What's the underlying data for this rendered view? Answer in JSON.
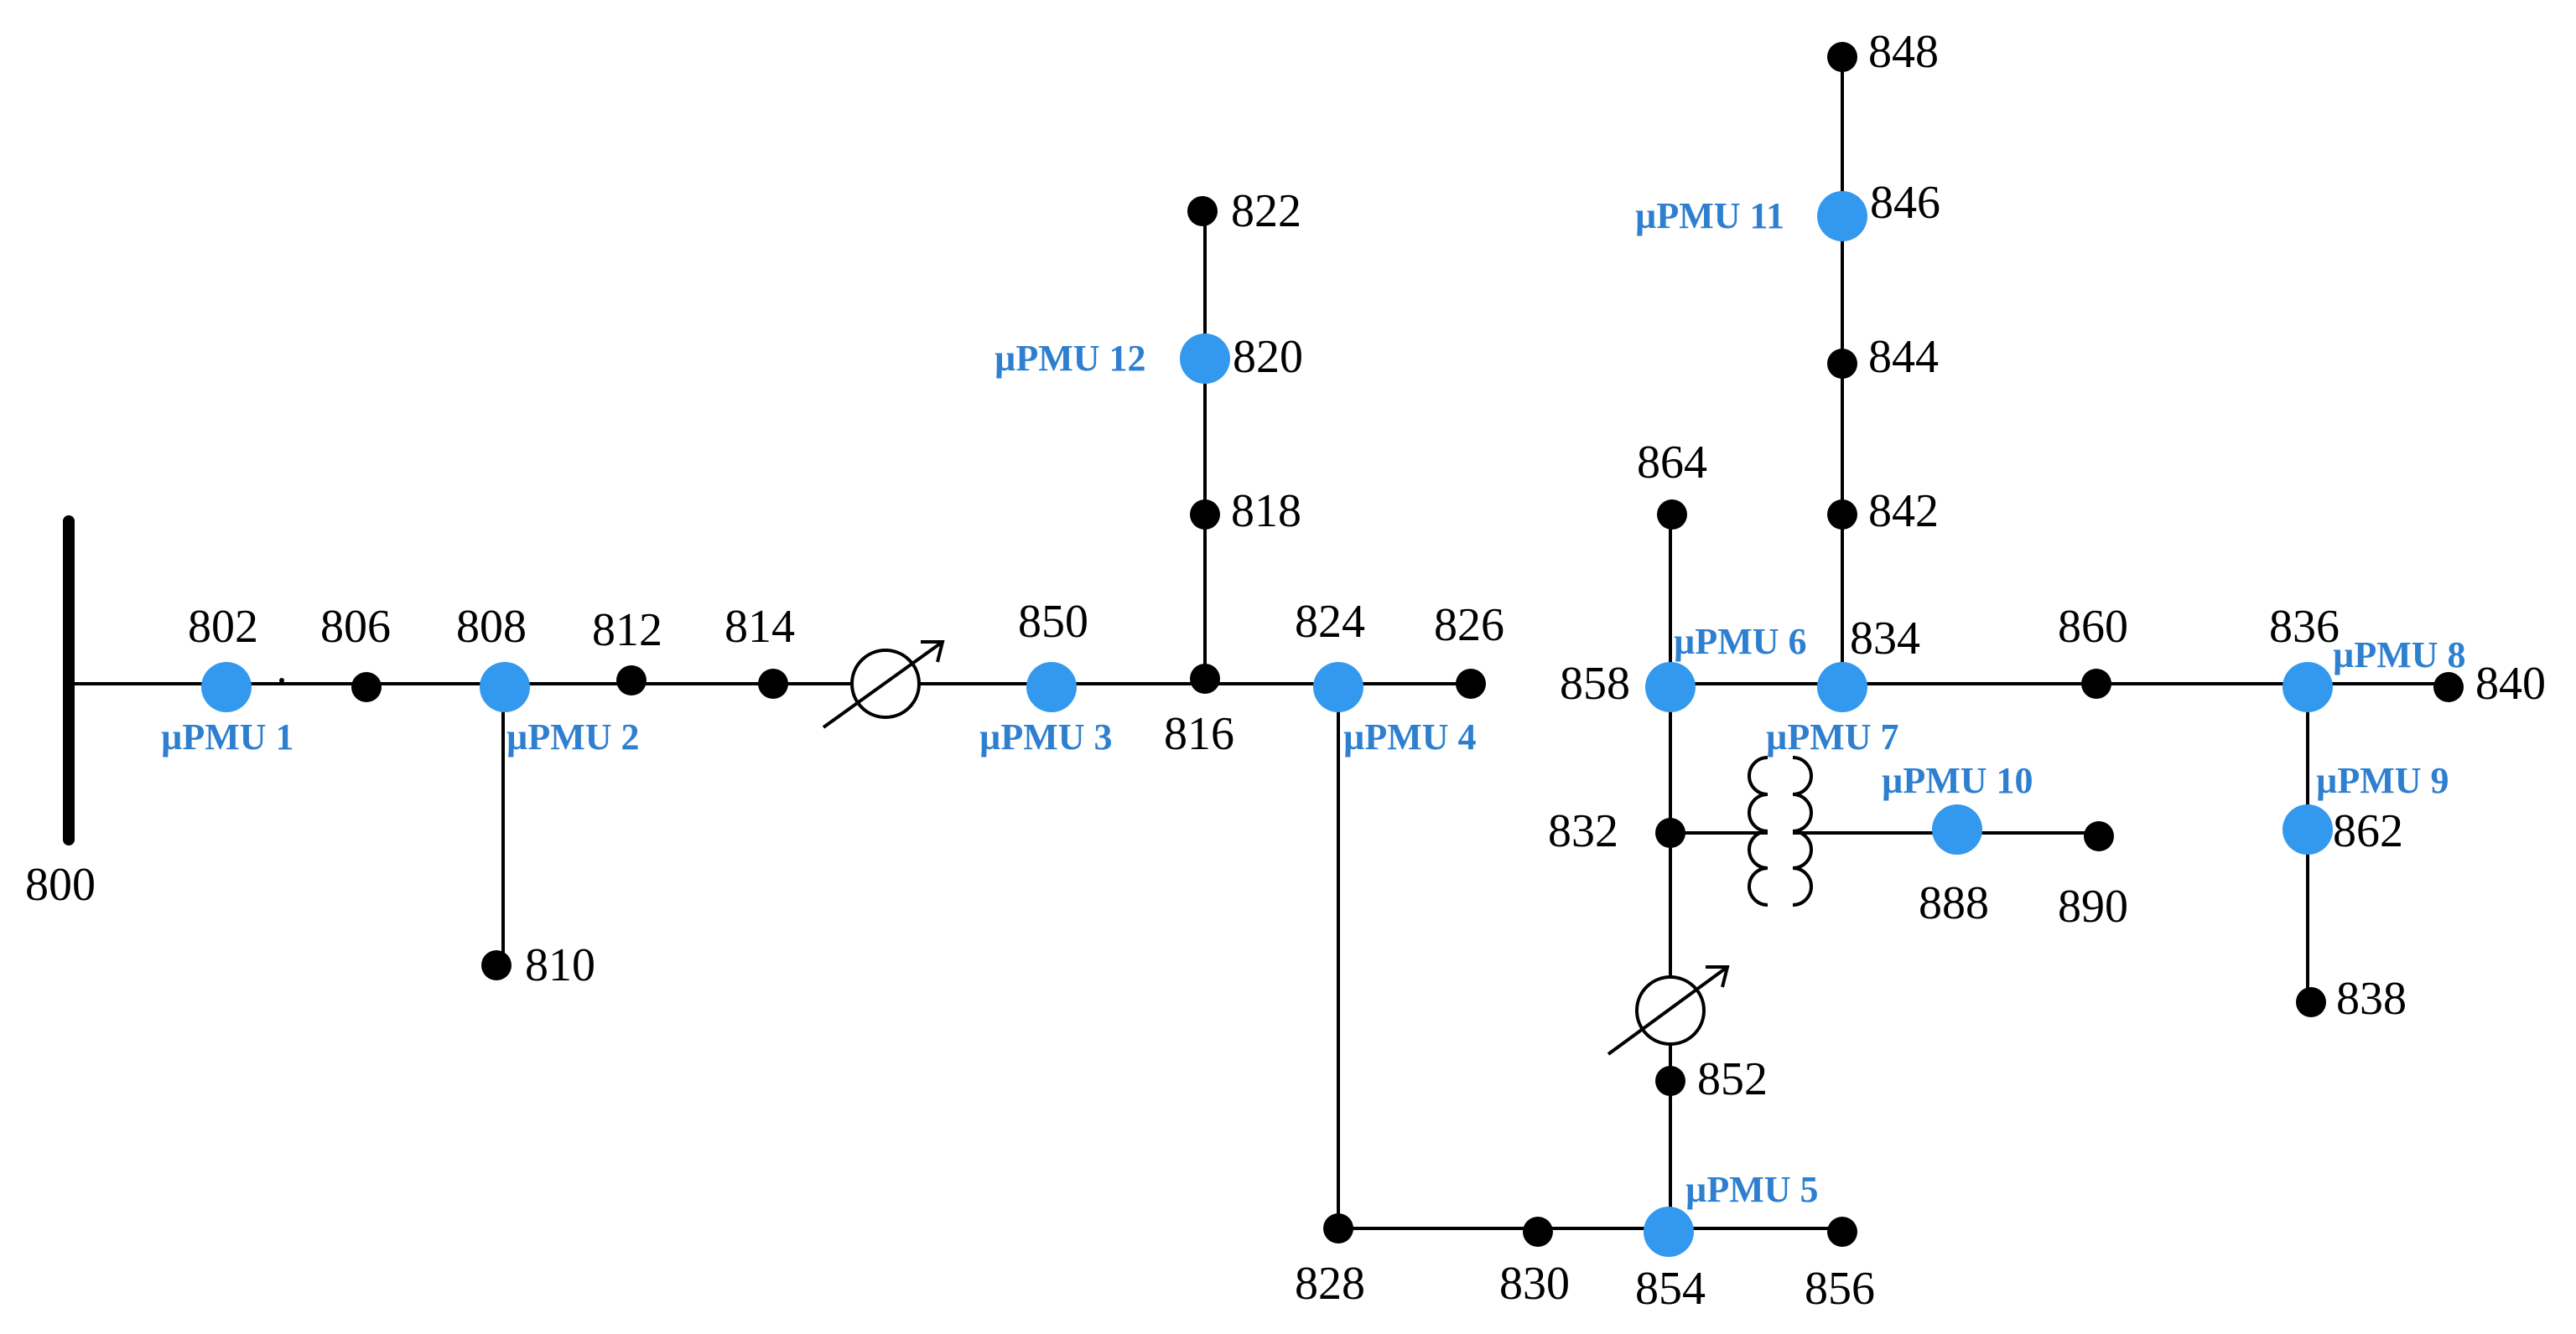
{
  "colors": {
    "pmu": "#3399ee",
    "pmu_label": "#2e7fd0",
    "line": "#000000"
  },
  "buses": {
    "b800": "800",
    "b802": "802",
    "b806": "806",
    "b808": "808",
    "b810": "810",
    "b812": "812",
    "b814": "814",
    "b850": "850",
    "b816": "816",
    "b818": "818",
    "b820": "820",
    "b822": "822",
    "b824": "824",
    "b826": "826",
    "b828": "828",
    "b830": "830",
    "b854": "854",
    "b856": "856",
    "b852": "852",
    "b832": "832",
    "b858": "858",
    "b864": "864",
    "b834": "834",
    "b842": "842",
    "b844": "844",
    "b846": "846",
    "b848": "848",
    "b860": "860",
    "b836": "836",
    "b840": "840",
    "b862": "862",
    "b838": "838",
    "b888": "888",
    "b890": "890"
  },
  "pmus": {
    "p1": "µPMU 1",
    "p2": "µPMU 2",
    "p3": "µPMU 3",
    "p4": "µPMU 4",
    "p5": "µPMU 5",
    "p6": "µPMU 6",
    "p7": "µPMU 7",
    "p8": "µPMU 8",
    "p9": "µPMU 9",
    "p10": "µPMU 10",
    "p11": "µPMU 11",
    "p12": "µPMU 12"
  }
}
